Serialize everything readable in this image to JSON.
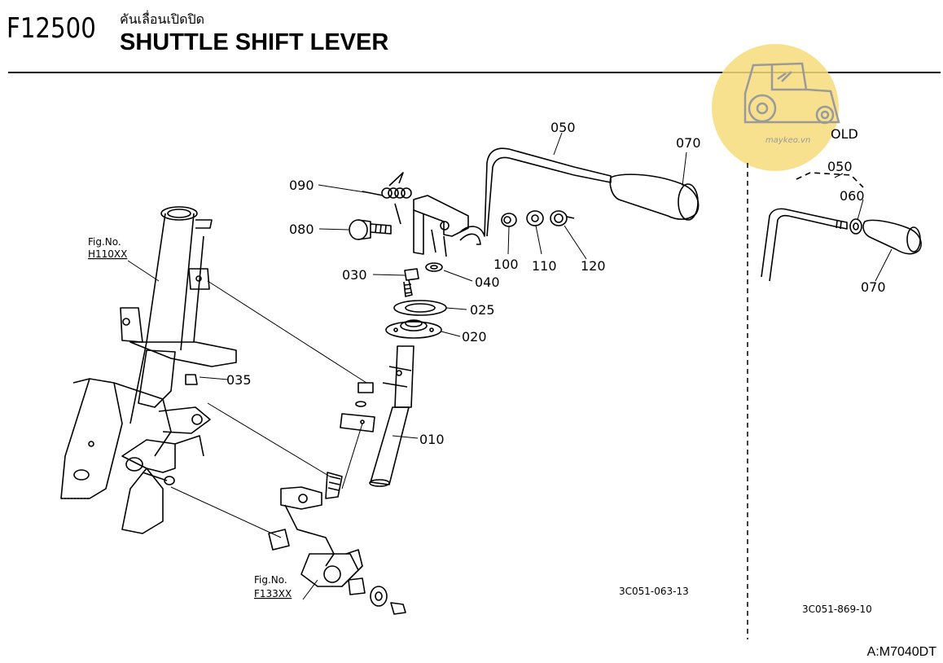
{
  "header": {
    "code": "F12500",
    "thai_title": "คันเลื่อนเปิดปิด",
    "title": "SHUTTLE SHIFT LEVER"
  },
  "parts": {
    "p010": "010",
    "p020": "020",
    "p025": "025",
    "p030": "030",
    "p035": "035",
    "p040": "040",
    "p050": "050",
    "p070": "070",
    "p080": "080",
    "p090": "090",
    "p100": "100",
    "p110": "110",
    "p120": "120"
  },
  "old_parts": {
    "label": "OLD",
    "p050": "050",
    "p060": "060",
    "p070": "070"
  },
  "fig_refs": {
    "ref1_label": "Fig.No.",
    "ref1_code": "H110XX",
    "ref2_label": "Fig.No.",
    "ref2_code": "F133XX"
  },
  "drawing_codes": {
    "main": "3C051-063-13",
    "old": "3C051-869-10"
  },
  "watermark": {
    "text": "maykeo.vn",
    "color": "#f6dc7a"
  },
  "footer": {
    "model": "A:M7040DT"
  }
}
